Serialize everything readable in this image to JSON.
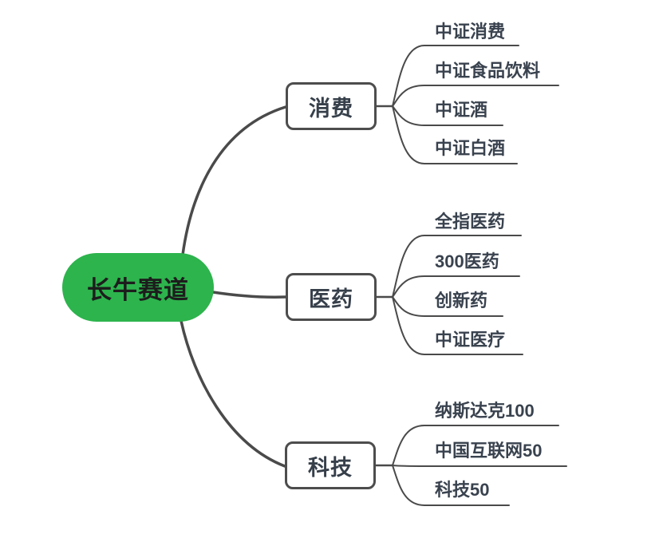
{
  "diagram": {
    "type": "mindmap",
    "root": {
      "label": "长牛赛道"
    },
    "branches": [
      {
        "label": "消费",
        "children": [
          "中证消费",
          "中证食品饮料",
          "中证酒",
          "中证白酒"
        ]
      },
      {
        "label": "医药",
        "children": [
          "全指医药",
          "300医药",
          "创新药",
          "中证医疗"
        ]
      },
      {
        "label": "科技",
        "children": [
          "纳斯达克100",
          "中国互联网50",
          "科技50"
        ]
      }
    ],
    "colors": {
      "root_fill": "#2DB44D",
      "root_text": "#1D1D1D",
      "line": "#4A4A4A",
      "branch_border": "#4D4D4D",
      "branch_text": "#363F4A",
      "leaf_text": "#39424E",
      "background": "#FFFFFF"
    }
  }
}
